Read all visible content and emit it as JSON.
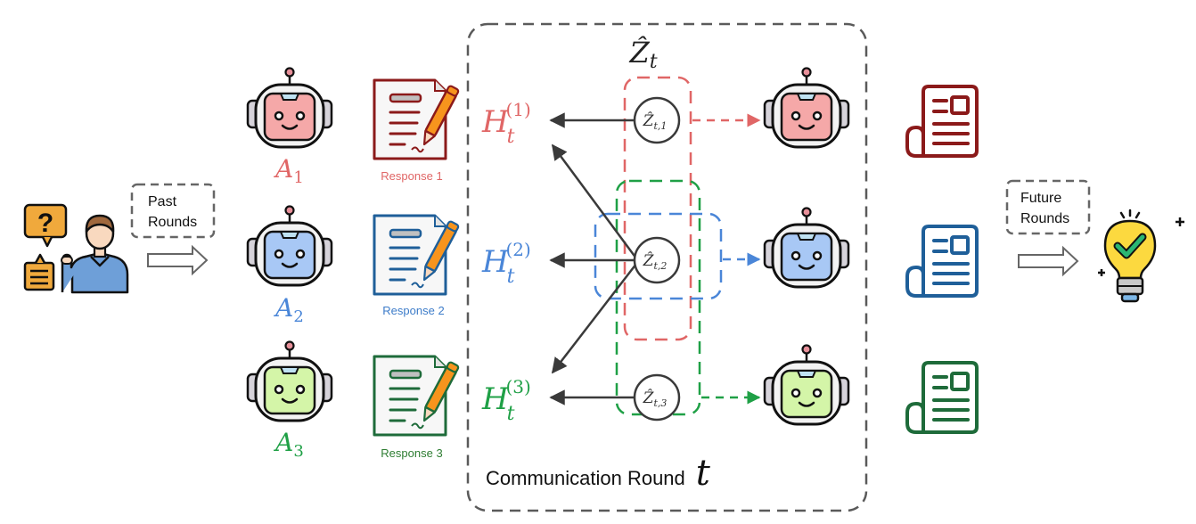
{
  "colors": {
    "agent1": "#e06666",
    "agent2": "#4a86d8",
    "agent3": "#1fa046",
    "doc1": "#8b1a1a",
    "doc2": "#1f5f99",
    "doc3": "#1e6b3a",
    "resp1_label": "#e06666",
    "resp2_label": "#3d7cc9",
    "resp3_label": "#2e7d32",
    "dash_gray": "#5a5a5a",
    "arrow_dark": "#3a3a3a",
    "face1": "#f5a8a8",
    "face2": "#a8c8f5",
    "face3": "#d4f5a8"
  },
  "left": {
    "user_icon": "user-question-icon",
    "past_rounds_label_line1": "Past",
    "past_rounds_label_line2": "Rounds"
  },
  "agents": [
    {
      "name": "A",
      "sub": "1",
      "response_label": "Response 1"
    },
    {
      "name": "A",
      "sub": "2",
      "response_label": "Response 2"
    },
    {
      "name": "A",
      "sub": "3",
      "response_label": "Response 3"
    }
  ],
  "round": {
    "title": "Communication Round",
    "var": "t",
    "z_hat": "Ẑ",
    "z_hat_sub": "t",
    "nodes": [
      {
        "label": "Ẑ",
        "sub": "t,1"
      },
      {
        "label": "Ẑ",
        "sub": "t,2"
      },
      {
        "label": "Ẑ",
        "sub": "t,3"
      }
    ],
    "histories": [
      {
        "base": "H",
        "sub": "t",
        "sup": "(1)"
      },
      {
        "base": "H",
        "sub": "t",
        "sup": "(2)"
      },
      {
        "base": "H",
        "sub": "t",
        "sup": "(3)"
      }
    ]
  },
  "right": {
    "future_rounds_label_line1": "Future",
    "future_rounds_label_line2": "Rounds",
    "result_icon": "lightbulb-check-icon"
  }
}
